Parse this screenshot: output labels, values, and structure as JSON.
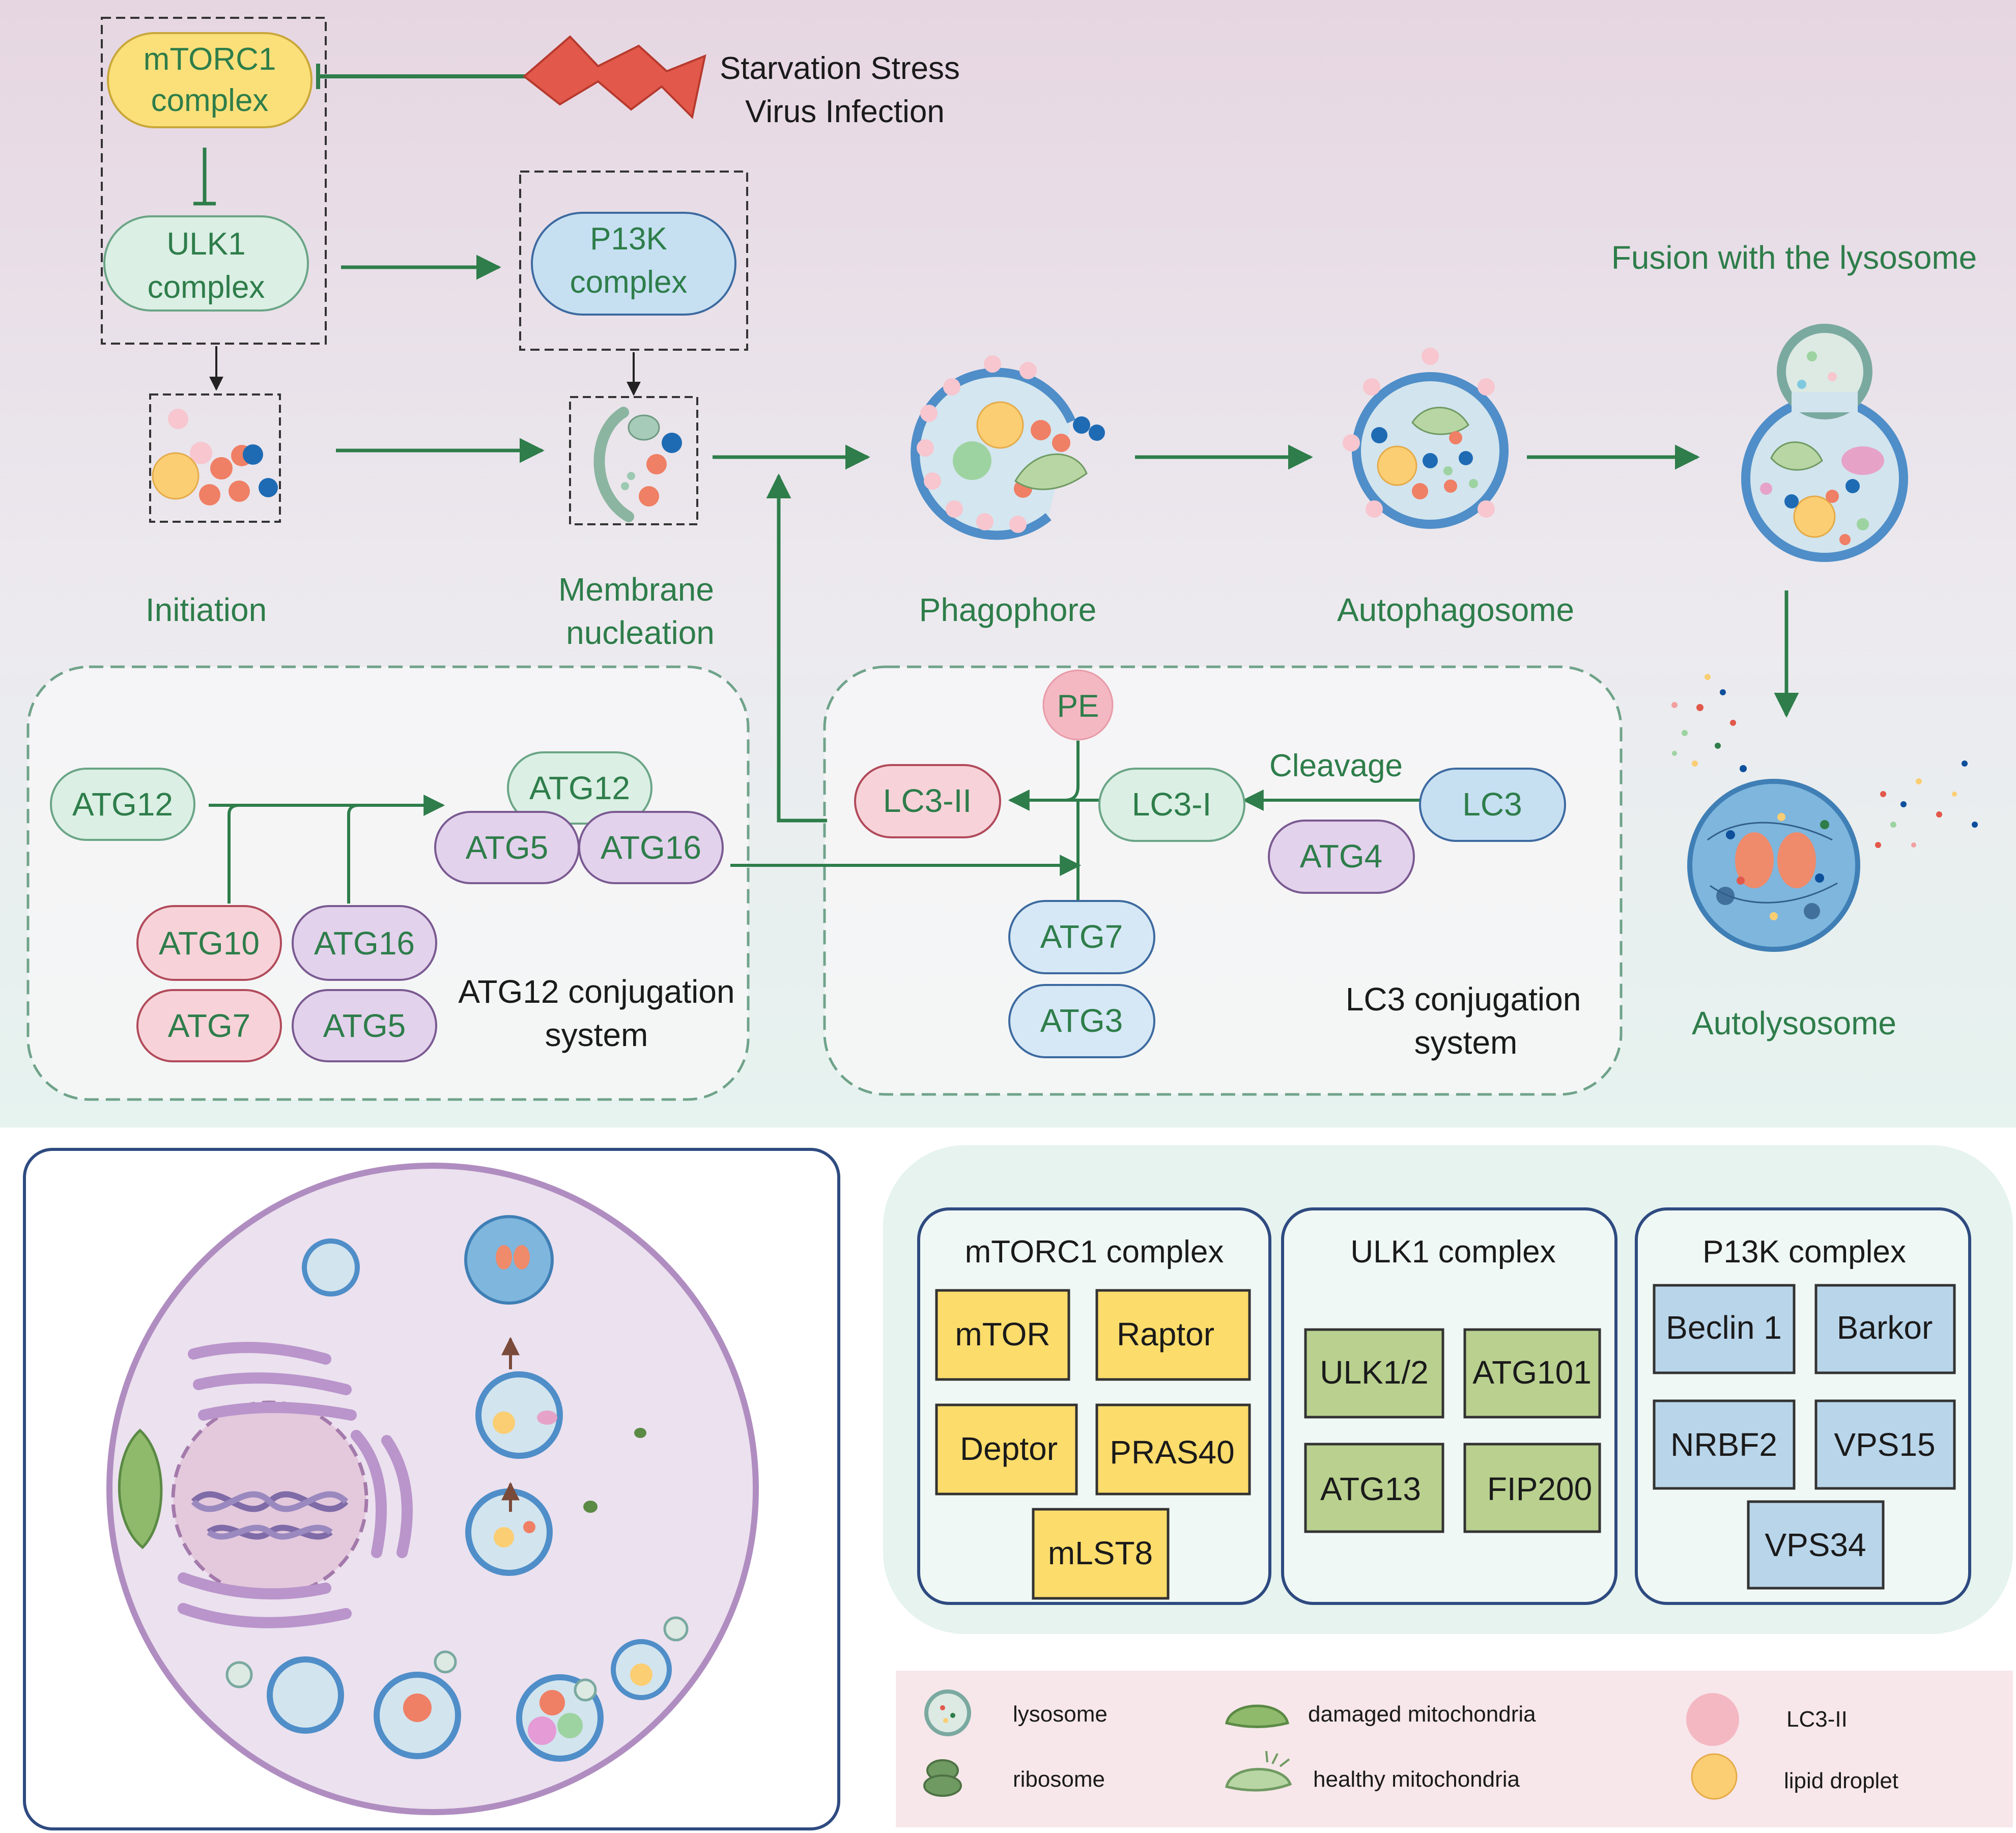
{
  "top": {
    "mtorc1": {
      "line1": "mTORC1",
      "line2": "complex"
    },
    "ulk1": {
      "line1": "ULK1",
      "line2": "complex"
    },
    "pi3k": {
      "line1": "P13K",
      "line2": "complex"
    },
    "stress": {
      "line1": "Starvation Stress",
      "line2": "Virus Infection"
    },
    "fusion_label": "Fusion with the lysosome",
    "stages": {
      "initiation": "Initiation",
      "membrane_line1": "Membrane",
      "membrane_line2": "nucleation",
      "phagophore": "Phagophore",
      "autophagosome": "Autophagosome",
      "autolysosome": "Autolysosome"
    }
  },
  "atg12_system": {
    "atg12": "ATG12",
    "atg10": "ATG10",
    "atg7": "ATG7",
    "atg16": "ATG16",
    "atg5": "ATG5",
    "complex_atg12": "ATG12",
    "complex_atg5": "ATG5",
    "complex_atg16": "ATG16",
    "title_line1": "ATG12 conjugation",
    "title_line2": "system"
  },
  "lc3_system": {
    "pe": "PE",
    "lc3_ii": "LC3-II",
    "lc3_i": "LC3-I",
    "lc3": "LC3",
    "cleavage": "Cleavage",
    "atg4": "ATG4",
    "atg7": "ATG7",
    "atg3": "ATG3",
    "title_line1": "LC3 conjugation",
    "title_line2": "system"
  },
  "complex_panels": {
    "mtorc1": {
      "title": "mTORC1 complex",
      "items": [
        "mTOR",
        "Raptor",
        "Deptor",
        "PRAS40",
        "mLST8"
      ]
    },
    "ulk1": {
      "title": "ULK1 complex",
      "items": [
        "ULK1/2",
        "ATG101",
        "ATG13",
        "FIP200"
      ]
    },
    "pi3k": {
      "title": "P13K complex",
      "items": [
        "Beclin 1",
        "Barkor",
        "NRBF2",
        "VPS15",
        "VPS34"
      ]
    }
  },
  "legend": {
    "lysosome": "lysosome",
    "ribosome": "ribosome",
    "damaged_mito": "damaged mitochondria",
    "healthy_mito": "healthy mitochondria",
    "lc3ii": "LC3-II",
    "lipid": "lipid droplet"
  },
  "colors": {
    "accent_green": "#2e7d4a",
    "yellow": "#fbe07a",
    "mint": "#dbefe4",
    "blue": "#c6e0f2",
    "pink": "#f7d3d9",
    "purple": "#e2d2ec",
    "olive": "#b9d08f",
    "box_yellow": "#fcdc6b",
    "box_blue": "#b9d5ea",
    "cell_purple": "#ece1ef"
  }
}
